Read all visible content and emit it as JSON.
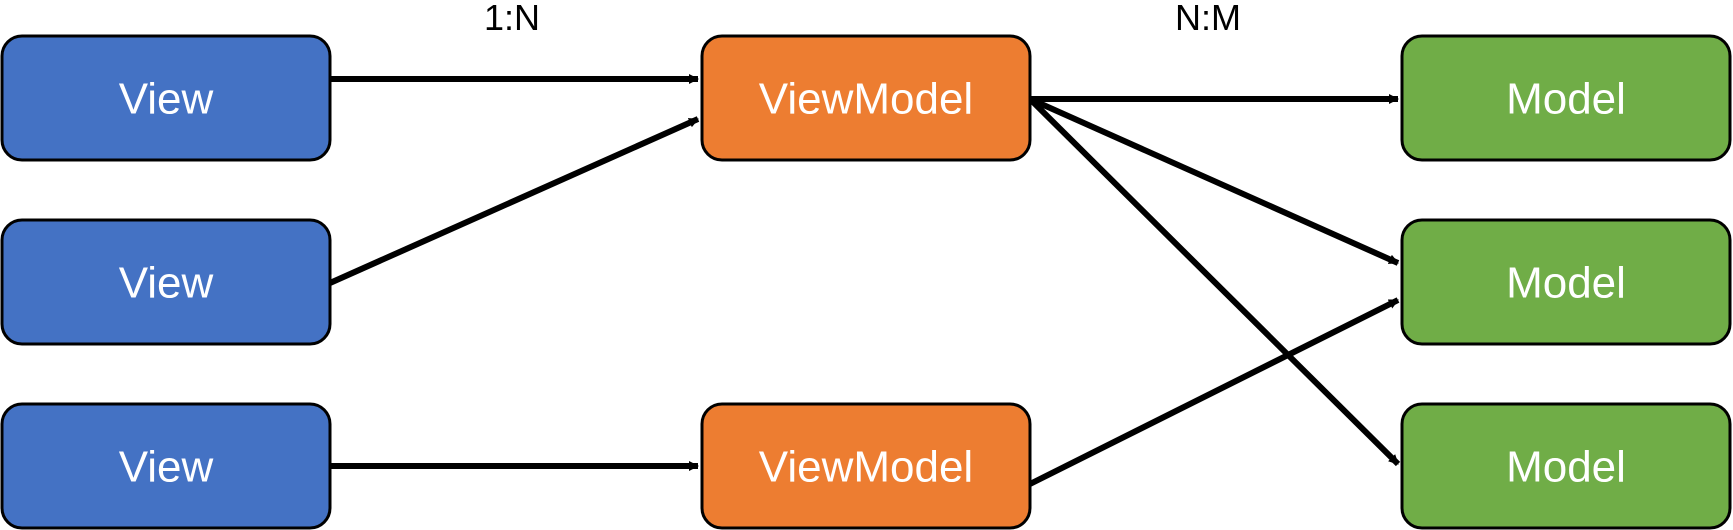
{
  "labels": {
    "one_to_n": "1:N",
    "n_to_m": "N:M"
  },
  "nodes": {
    "view_1": "View",
    "view_2": "View",
    "view_3": "View",
    "viewmodel_1": "ViewModel",
    "viewmodel_2": "ViewModel",
    "model_1": "Model",
    "model_2": "Model",
    "model_3": "Model"
  },
  "colors": {
    "view": "#4472C4",
    "viewmodel": "#ED7D31",
    "model": "#70AD47",
    "border": "#000000",
    "text": "#FFFFFF",
    "edge": "#000000"
  },
  "edges": [
    {
      "from": "view_1",
      "to": "viewmodel_1"
    },
    {
      "from": "view_2",
      "to": "viewmodel_1"
    },
    {
      "from": "view_3",
      "to": "viewmodel_2"
    },
    {
      "from": "viewmodel_1",
      "to": "model_1"
    },
    {
      "from": "viewmodel_1",
      "to": "model_2"
    },
    {
      "from": "viewmodel_1",
      "to": "model_3"
    },
    {
      "from": "viewmodel_2",
      "to": "model_2"
    }
  ]
}
